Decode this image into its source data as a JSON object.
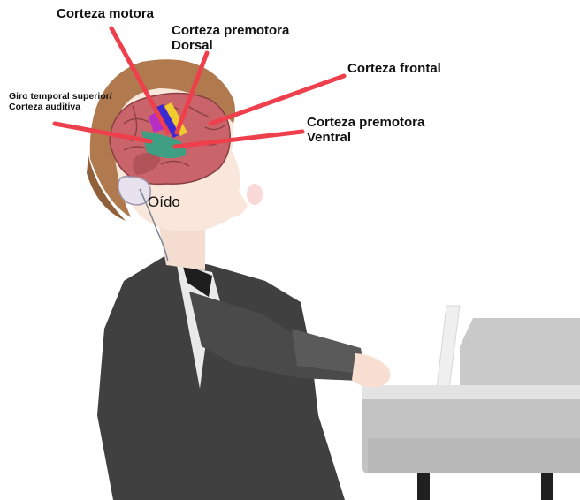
{
  "labels": {
    "motor_cortex": "Corteza motora",
    "dorsal_premotor": {
      "line1": "Corteza premotora",
      "line2": "Dorsal"
    },
    "frontal_cortex": "Corteza frontal",
    "ventral_premotor": {
      "line1": "Corteza premotora",
      "line2": "Ventral"
    },
    "auditory": {
      "line1": "Giro temporal superior/",
      "line2": "Corteza auditiva"
    },
    "ear": "Oído"
  },
  "colors": {
    "pointer_lines": "#ee3f4c",
    "brain": "#c9656a",
    "hair": "#b07a4e",
    "skin": "#fae7db",
    "suit": "#3f3f3f",
    "piano": "#c5c5c5",
    "motor_region": "#3a2ad4",
    "premotor_dorsal_region": "#f0cc2e",
    "ventral_region": "#2fa585"
  }
}
